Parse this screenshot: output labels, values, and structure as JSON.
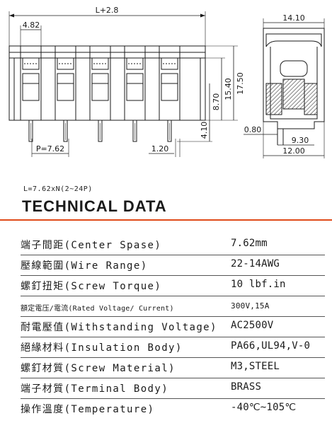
{
  "drawing": {
    "dim_length": "L+2.8",
    "dim_pin_to_edge": "4.82",
    "dim_height_total": "17.50",
    "dim_height_body": "15.40",
    "dim_height_inner": "8.70",
    "dim_pin_length": "4.10",
    "dim_pitch": "P=7.62",
    "dim_pin_width": "1.20",
    "dim_top_width": "14.10",
    "dim_side_offset": "0.80",
    "dim_base_partial": "9.30",
    "dim_base_width": "12.00"
  },
  "formula": "L=7.62xN(2~24P)",
  "section_title": "TECHNICAL DATA",
  "specs": [
    {
      "label": "端子間距(Center Spase)",
      "value": "7.62mm"
    },
    {
      "label": "壓線範圍(Wire Range)",
      "value": "22-14AWG"
    },
    {
      "label": "螺釘扭矩(Screw Torque)",
      "value": "10 lbf.in"
    },
    {
      "label": "額定電压/電流(Rated Voltage/ Current)",
      "value": "300V,15A"
    },
    {
      "label": "耐電壓值(Withstanding Voltage)",
      "value": "AC2500V"
    },
    {
      "label": "絕緣材料(Insulation Body)",
      "value": "PA66,UL94,V-0"
    },
    {
      "label": "螺釘材質(Screw Material)",
      "value": "M3,STEEL"
    },
    {
      "label": "端子材質(Terminal Body)",
      "value": "BRASS"
    },
    {
      "label": "操作溫度(Temperature)",
      "value": "-40℃~105℃"
    }
  ]
}
